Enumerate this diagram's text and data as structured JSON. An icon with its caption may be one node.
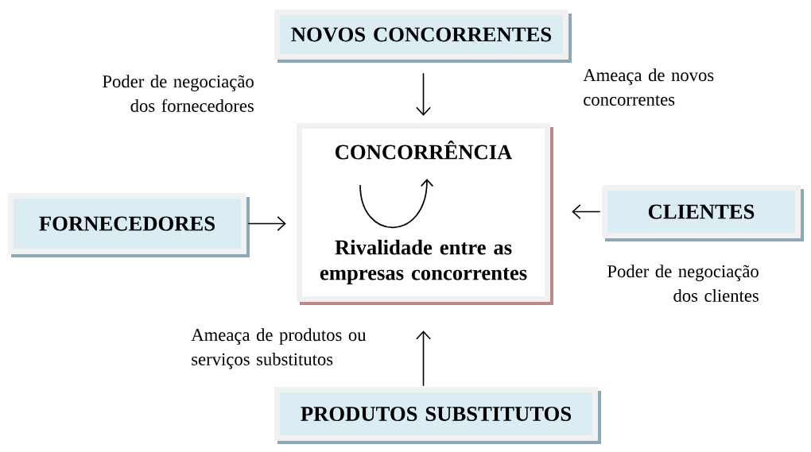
{
  "diagram": {
    "nodes": [
      {
        "text": [
          "NOVOS CONCORRENTES"
        ]
      },
      {
        "text": [
          "CONCORRÊNCIA",
          "Rivalidade entre as empresas concorrentes"
        ]
      },
      {
        "text": [
          "FORNECEDORES"
        ]
      },
      {
        "text": [
          "CLIENTES"
        ]
      },
      {
        "text": [
          "PRODUTOS SUBSTITUTOS"
        ]
      }
    ],
    "edges": [
      {
        "from": 0,
        "to": 1,
        "arrow": "to"
      },
      {
        "from": 2,
        "to": 1,
        "arrow": "to"
      },
      {
        "from": 3,
        "to": 1,
        "arrow": "to"
      },
      {
        "from": 4,
        "to": 1,
        "arrow": "to"
      }
    ],
    "labels": [
      "Poder de negociação dos fornecedores",
      "Ameaça de novos concorrentes",
      "Poder de negociação dos clientes",
      "Ameaça de produtos ou serviços substitutos"
    ]
  }
}
